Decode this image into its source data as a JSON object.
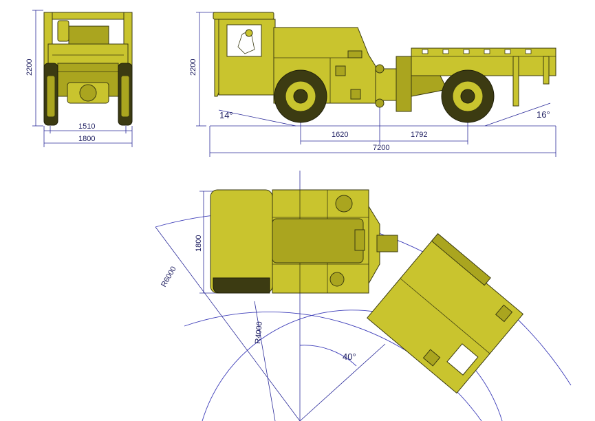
{
  "views": {
    "front": {
      "height_label": "2200",
      "track_width_label": "1510",
      "overall_width_label": "1800"
    },
    "side": {
      "height_label": "2200",
      "approach_angle_label": "14°",
      "departure_angle_label": "16°",
      "front_axle_to_joint_label": "1620",
      "joint_to_rear_axle_label": "1792",
      "overall_length_label": "7200"
    },
    "top": {
      "width_label": "1800",
      "outer_radius_label": "R6000",
      "inner_radius_label": "R4000",
      "turning_angle_label": "40°"
    }
  },
  "colors": {
    "vehicle_body": "#c9c42e",
    "dimension_lines": "#2b2b9a"
  }
}
